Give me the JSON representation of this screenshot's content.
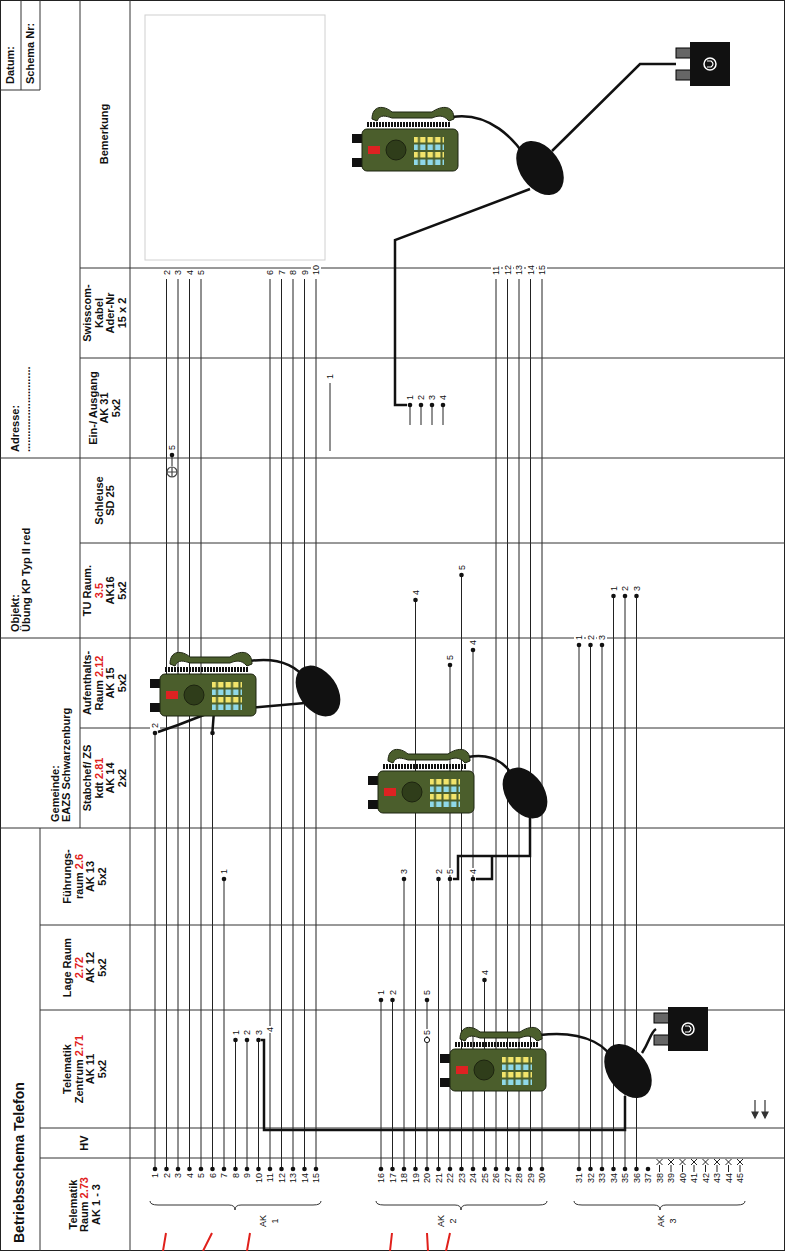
{
  "diagram": {
    "title": "Betriebsschema Telefon",
    "nodes": [
      {
        "text": [
          "Gemeinde:",
          "EAZS Schwarzenburg"
        ]
      },
      {
        "text": [
          "Objekt:",
          "Übung KP Typ II red"
        ]
      },
      {
        "text": [
          "Adresse:",
          "............................"
        ]
      },
      {
        "text": [
          "Datum:"
        ]
      },
      {
        "text": [
          "Schema Nr:"
        ]
      },
      {
        "text": [
          "Telematik Raum",
          "2.73",
          "AK 1 - 3"
        ]
      },
      {
        "text": [
          "HV"
        ]
      },
      {
        "text": [
          "Telematik Zentrum",
          "2.71",
          "AK 11",
          "5x2"
        ]
      },
      {
        "text": [
          "Lage Raum",
          "2.72",
          "AK 12",
          "5x2"
        ]
      },
      {
        "text": [
          "Führungs- raum",
          "2.6",
          "AK 13",
          "5x2"
        ]
      },
      {
        "text": [
          "Stabchef/ ZS kdt",
          "2.81",
          "AK 14",
          "2x2"
        ]
      },
      {
        "text": [
          "Aufenthalts- Raum",
          "2.12",
          "AK 15",
          "5x2"
        ]
      },
      {
        "text": [
          "TU Raum.",
          "3.5",
          "AK16",
          "5x2"
        ]
      },
      {
        "text": [
          "Schleuse",
          "SD 25"
        ]
      },
      {
        "text": [
          "Ein-/ Ausgang",
          "AK 31",
          "5x2"
        ]
      },
      {
        "text": [
          "Swisscom- Kabel",
          "Ader-Nr",
          "15 x 2"
        ]
      },
      {
        "text": [
          "Bemerkung"
        ]
      }
    ],
    "labels": [
      "1",
      "2",
      "3",
      "4",
      "5",
      "6",
      "7",
      "8",
      "9",
      "10",
      "11",
      "12",
      "13",
      "14",
      "15",
      "16",
      "17",
      "18",
      "19",
      "20",
      "21",
      "22",
      "23",
      "24",
      "25",
      "26",
      "27",
      "28",
      "29",
      "30",
      "31",
      "32",
      "33",
      "34",
      "35",
      "36",
      "37",
      "38",
      "39",
      "40",
      "41",
      "42",
      "43",
      "44",
      "45",
      "AK",
      "1",
      "AK",
      "2",
      "AK",
      "3",
      "1",
      "2",
      "3",
      "4",
      "5",
      "1",
      "2",
      "5",
      "4",
      "1",
      "3",
      "2",
      "5",
      "4",
      "2",
      "5",
      "4",
      "1",
      "2",
      "3",
      "4",
      "5",
      "1",
      "2",
      "3",
      "5",
      "1",
      "2",
      "3",
      "4",
      "2",
      "3",
      "4",
      "5",
      "6",
      "7",
      "8",
      "9",
      "10",
      "1",
      "11",
      "12",
      "13",
      "14",
      "15"
    ]
  }
}
